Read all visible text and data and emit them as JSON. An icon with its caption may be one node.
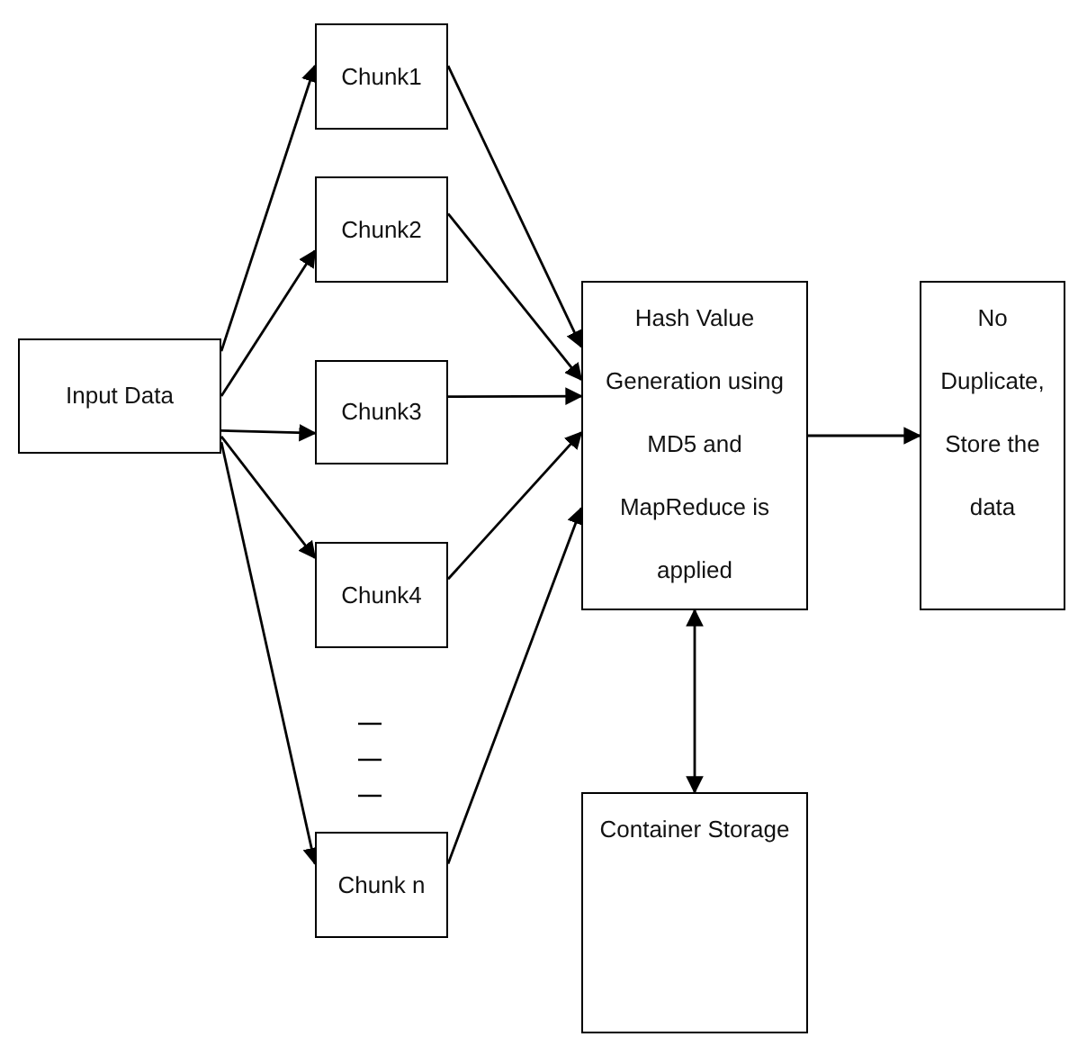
{
  "diagram": {
    "nodes": [
      {
        "text": [
          "Input Data"
        ]
      },
      {
        "text": [
          "Chunk1"
        ]
      },
      {
        "text": [
          "Chunk2"
        ]
      },
      {
        "text": [
          "Chunk3"
        ]
      },
      {
        "text": [
          "Chunk4"
        ]
      },
      {
        "text": [
          "Chunk n"
        ]
      },
      {
        "text": [
          "Hash Value Generation using MD5 and MapReduce is applied"
        ]
      },
      {
        "text": [
          "No Duplicate, Store the data"
        ]
      },
      {
        "text": [
          "Container Storage"
        ]
      }
    ],
    "edges": [
      {
        "from": 0,
        "to": 1,
        "arrow": "to"
      },
      {
        "from": 0,
        "to": 2,
        "arrow": "to"
      },
      {
        "from": 0,
        "to": 3,
        "arrow": "to"
      },
      {
        "from": 0,
        "to": 4,
        "arrow": "to"
      },
      {
        "from": 0,
        "to": 5,
        "arrow": "to"
      },
      {
        "from": 1,
        "to": 6,
        "arrow": "to"
      },
      {
        "from": 2,
        "to": 6,
        "arrow": "to"
      },
      {
        "from": 3,
        "to": 6,
        "arrow": "to"
      },
      {
        "from": 4,
        "to": 6,
        "arrow": "to"
      },
      {
        "from": 5,
        "to": 6,
        "arrow": "to"
      },
      {
        "from": 6,
        "to": 7,
        "arrow": "to"
      },
      {
        "from": 6,
        "to": 8,
        "arrow": "both"
      }
    ]
  }
}
